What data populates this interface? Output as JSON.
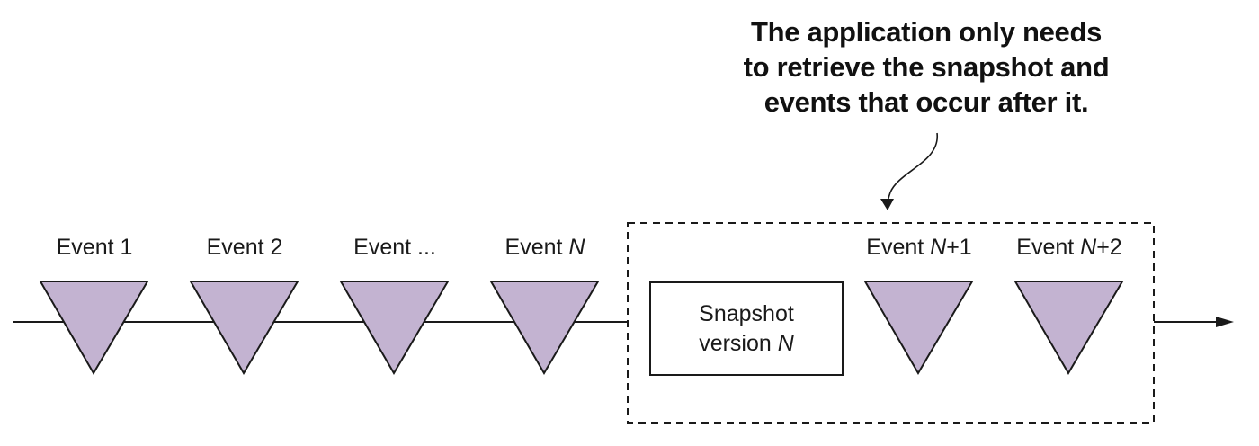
{
  "callout": {
    "lines": [
      "The application only needs",
      "to retrieve the snapshot and",
      "events that occur after it."
    ]
  },
  "events": [
    {
      "prefix": "Event ",
      "var": "",
      "suffix": "1"
    },
    {
      "prefix": "Event ",
      "var": "",
      "suffix": "2"
    },
    {
      "prefix": "Event ",
      "var": "",
      "suffix": "..."
    },
    {
      "prefix": "Event ",
      "var": "N",
      "suffix": ""
    },
    {
      "prefix": "Event ",
      "var": "N",
      "suffix": "+1"
    },
    {
      "prefix": "Event ",
      "var": "N",
      "suffix": "+2"
    }
  ],
  "snapshot": {
    "line1": "Snapshot",
    "line2_prefix": "version ",
    "line2_var": "N"
  },
  "colors": {
    "triangle_fill": "#c3b3d1",
    "stroke": "#1a1a1a"
  }
}
